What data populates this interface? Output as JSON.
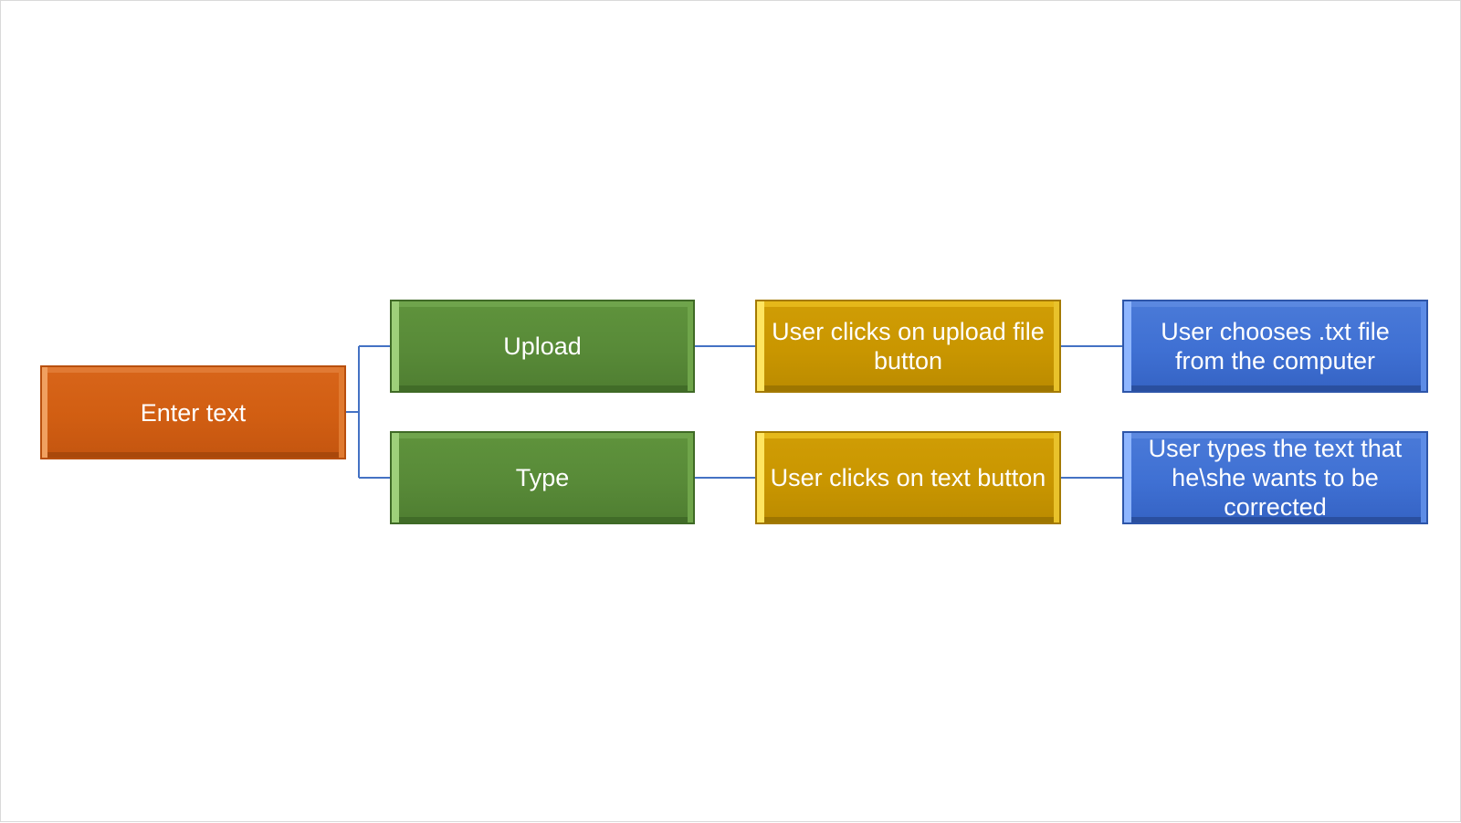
{
  "diagram": {
    "root": {
      "label": "Enter text"
    },
    "branches": [
      {
        "label": "Upload",
        "steps": [
          "User clicks on upload file button",
          "User chooses .txt file from the computer"
        ]
      },
      {
        "label": "Type",
        "steps": [
          "User clicks on text button",
          "User types the text that he\\she wants to be corrected"
        ]
      }
    ]
  },
  "colors": {
    "root": "#d15e12",
    "branch": "#588a38",
    "action": "#c99600",
    "result": "#3f70d3",
    "connector": "#4472c4"
  }
}
